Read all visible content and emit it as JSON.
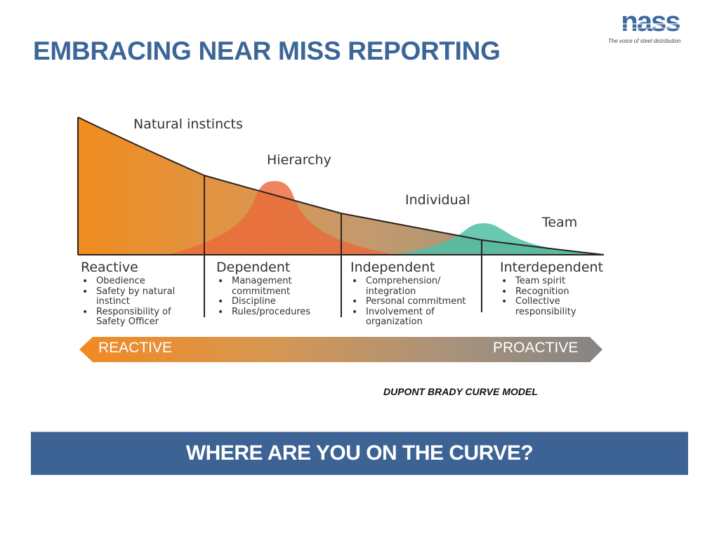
{
  "header": {
    "title": "EMBRACING NEAR MISS REPORTING",
    "logo": {
      "wordmark": "nass",
      "tagline": "The voice of steel distribution",
      "color": "#3a6aa0"
    }
  },
  "diagram": {
    "curve_labels": {
      "natural_instincts": "Natural instincts",
      "hierarchy": "Hierarchy",
      "individual": "Individual",
      "team": "Team"
    },
    "stages": [
      {
        "heading": "Reactive",
        "bullets": [
          "Obedience",
          "Safety by natural instinct",
          "Responsibility of Safety Officer"
        ]
      },
      {
        "heading": "Dependent",
        "bullets": [
          "Management commitment",
          "Discipline",
          "Rules/procedures"
        ]
      },
      {
        "heading": "Independent",
        "bullets": [
          "Comprehension/ integration",
          "Personal commitment",
          "Involvement of organization"
        ]
      },
      {
        "heading": "Interdependent",
        "bullets": [
          "Team spirit",
          "Recognition",
          "Collective responsibility"
        ]
      }
    ],
    "arrow": {
      "left_label": "REACTIVE",
      "right_label": "PROACTIVE",
      "left_color": "#ef8a24",
      "right_color": "#878787"
    },
    "colors": {
      "main_fill_left": "#ef8d22",
      "main_fill_right": "#b59573",
      "hierarchy_bell": "#ea6d3e",
      "team_bell": "#5fc4ae",
      "outline": "#2a2320"
    }
  },
  "caption": "DUPONT BRADY CURVE MODEL",
  "banner": {
    "text": "WHERE ARE YOU ON THE CURVE?",
    "color": "#3d6394"
  }
}
